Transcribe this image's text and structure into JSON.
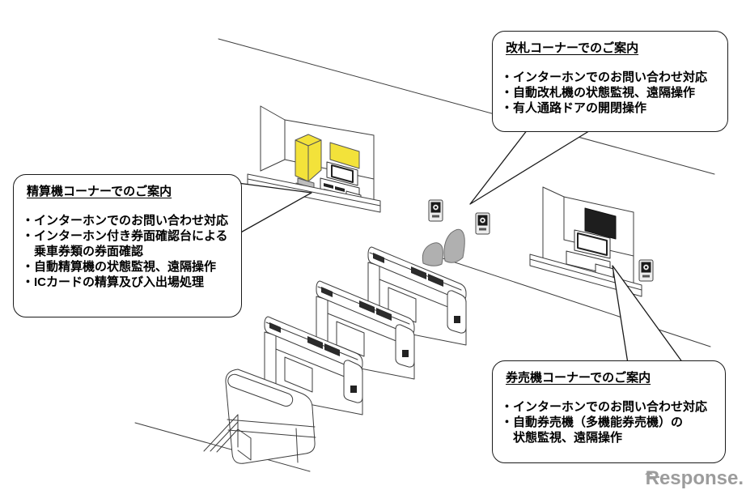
{
  "diagram": {
    "callouts": {
      "gate": {
        "title": "改札コーナーでのご案内",
        "items": [
          "・インターホンでのお問い合わせ対応",
          "・自動改札機の状態監視、遠隔操作",
          "・有人通路ドアの開閉操作"
        ]
      },
      "fare": {
        "title": "精算機コーナーでのご案内",
        "items": [
          "・インターホンでのお問い合わせ対応",
          "・インターホン付き券面確認台による",
          "　乗車券類の券面確認",
          "・自動精算機の状態監視、遠隔操作",
          "・ICカードの精算及び入出場処理"
        ]
      },
      "ticket": {
        "title": "券売機コーナーでのご案内",
        "items": [
          "・インターホンでのお問い合わせ対応",
          "・自動券売機（多機能券売機）の",
          "　状態監視、遠隔操作"
        ]
      }
    },
    "watermark": "Response.",
    "colors": {
      "highlight_yellow": "#F3E23A",
      "flap_gray": "#B0B0B0",
      "line": "#3d3d3d",
      "screen_dark": "#1e1e1e",
      "watermark_gray": "#9c9c9c"
    }
  }
}
